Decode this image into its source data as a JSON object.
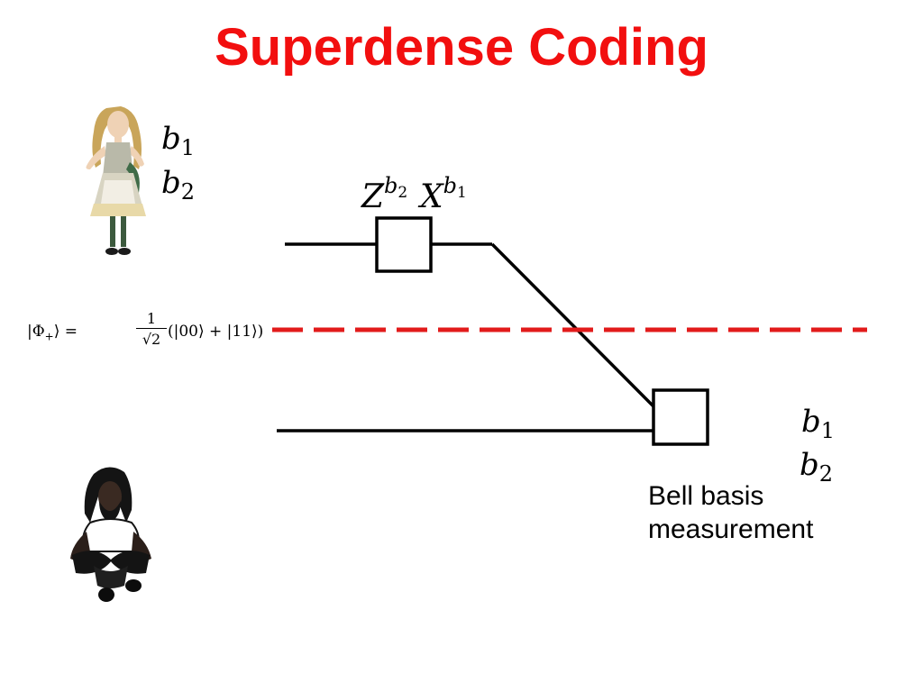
{
  "title": "Superdense Coding",
  "colors": {
    "title": "#f20f0f",
    "wire": "#000000",
    "entanglement_divider": "#e21b1b",
    "background": "#ffffff"
  },
  "alice": {
    "figure": "alice-illustration",
    "bits": [
      {
        "base": "b",
        "sub": "1"
      },
      {
        "base": "b",
        "sub": "2"
      }
    ]
  },
  "bob": {
    "figure": "bob-illustration"
  },
  "encoding_gate": {
    "z_base": "Z",
    "z_sup_base": "b",
    "z_sup_sub": "2",
    "x_base": "X",
    "x_sup_base": "b",
    "x_sup_sub": "1"
  },
  "shared_state": {
    "lhs": "|Φ",
    "lhs_sub": "+",
    "lhs_close": "⟩ =",
    "numerator": "1",
    "denominator": "√2",
    "rhs": "(|00⟩ + |11⟩)"
  },
  "measurement": {
    "caption_line1": "Bell basis",
    "caption_line2": "measurement",
    "outputs": [
      {
        "base": "b",
        "sub": "1"
      },
      {
        "base": "b",
        "sub": "2"
      }
    ]
  }
}
